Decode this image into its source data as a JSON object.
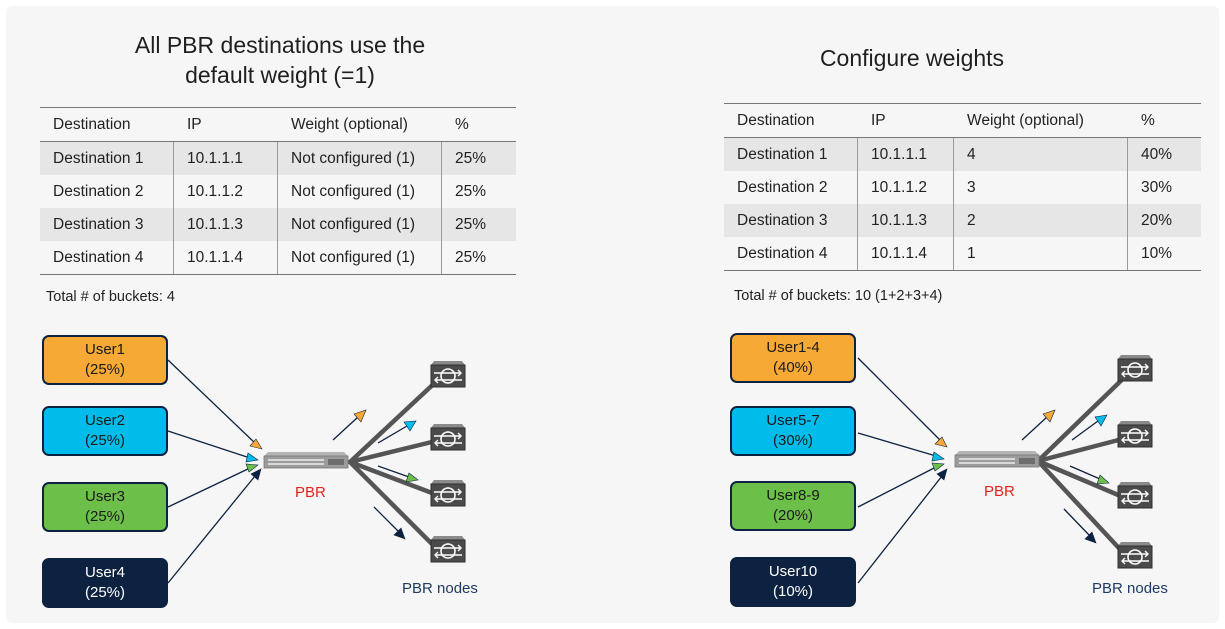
{
  "colors": {
    "orange": "#f6a935",
    "cyan": "#00bceb",
    "green": "#6cc04a",
    "navy": "#0d2240",
    "pbr_red": "#e2231a",
    "node_gray": "#5a5a5a"
  },
  "left": {
    "title_line1": "All PBR destinations use the",
    "title_line2": "default weight (=1)",
    "headers": [
      "Destination",
      "IP",
      "Weight (optional)",
      "%"
    ],
    "rows": [
      [
        "Destination 1",
        "10.1.1.1",
        "Not configured (1)",
        "25%"
      ],
      [
        "Destination 2",
        "10.1.1.2",
        "Not configured (1)",
        "25%"
      ],
      [
        "Destination 3",
        "10.1.1.3",
        "Not configured (1)",
        "25%"
      ],
      [
        "Destination 4",
        "10.1.1.4",
        "Not configured (1)",
        "25%"
      ]
    ],
    "buckets": "Total # of buckets: 4",
    "users": [
      {
        "name": "User1",
        "pct": "(25%)"
      },
      {
        "name": "User2",
        "pct": "(25%)"
      },
      {
        "name": "User3",
        "pct": "(25%)"
      },
      {
        "name": "User4",
        "pct": "(25%)"
      }
    ],
    "pbr_label": "PBR",
    "nodes_label": "PBR nodes"
  },
  "right": {
    "title_line1": "Configure weights",
    "headers": [
      "Destination",
      "IP",
      "Weight (optional)",
      "%"
    ],
    "rows": [
      [
        "Destination 1",
        "10.1.1.1",
        "4",
        "40%"
      ],
      [
        "Destination 2",
        "10.1.1.2",
        "3",
        "30%"
      ],
      [
        "Destination 3",
        "10.1.1.3",
        "2",
        "20%"
      ],
      [
        "Destination 4",
        "10.1.1.4",
        "1",
        "10%"
      ]
    ],
    "buckets": "Total # of buckets: 10 (1+2+3+4)",
    "users": [
      {
        "name": "User1-4",
        "pct": "(40%)"
      },
      {
        "name": "User5-7",
        "pct": "(30%)"
      },
      {
        "name": "User8-9",
        "pct": "(20%)"
      },
      {
        "name": "User10",
        "pct": "(10%)"
      }
    ],
    "pbr_label": "PBR",
    "nodes_label": "PBR nodes"
  }
}
